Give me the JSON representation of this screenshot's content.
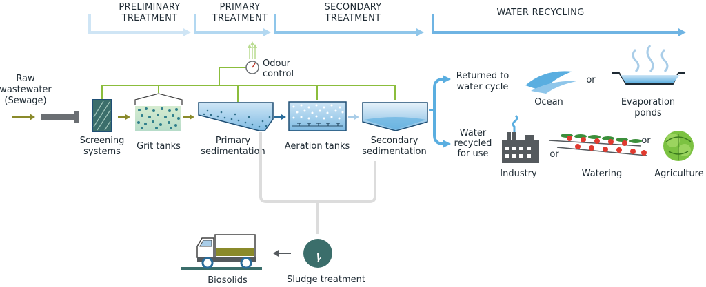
{
  "stages": [
    {
      "id": "preliminary",
      "lines": [
        "PRELIMINARY",
        "TREATMENT"
      ],
      "color": "#cfe5f5"
    },
    {
      "id": "primary",
      "lines": [
        "PRIMARY",
        "TREATMENT"
      ],
      "color": "#b3d8f1"
    },
    {
      "id": "secondary",
      "lines": [
        "SECONDARY",
        "TREATMENT"
      ],
      "color": "#8fc6ea"
    },
    {
      "id": "recycling",
      "lines": [
        "WATER RECYCLING"
      ],
      "color": "#6fb4e3"
    }
  ],
  "process": {
    "raw": [
      "Raw",
      "wastewater",
      "(Sewage)"
    ],
    "screening": [
      "Screening",
      "systems"
    ],
    "grit": [
      "Grit tanks"
    ],
    "primary_sed": [
      "Primary",
      "sedimentation"
    ],
    "aeration": [
      "Aeration tanks"
    ],
    "secondary_sed": [
      "Secondary",
      "sedimentation"
    ],
    "odour": [
      "Odour",
      "control"
    ]
  },
  "outputs": {
    "returned": [
      "Returned to",
      "water cycle"
    ],
    "recycled": [
      "Water",
      "recycled",
      "for use"
    ],
    "ocean": "Ocean",
    "evaporation": [
      "Evaporation",
      "ponds"
    ],
    "industry": "Industry",
    "watering": "Watering",
    "agriculture": "Agriculture",
    "or_word": "or"
  },
  "sludge": {
    "treatment": "Sludge treatment",
    "biosolids": "Biosolids"
  },
  "colors": {
    "green_line": "#8bbd3c",
    "arrow_olive": "#8a8a2a",
    "water_blue": "#5aaee0",
    "teal": "#3b6e6b",
    "grey_pipe": "#d4d4d4",
    "dark_grey": "#555a5e"
  }
}
